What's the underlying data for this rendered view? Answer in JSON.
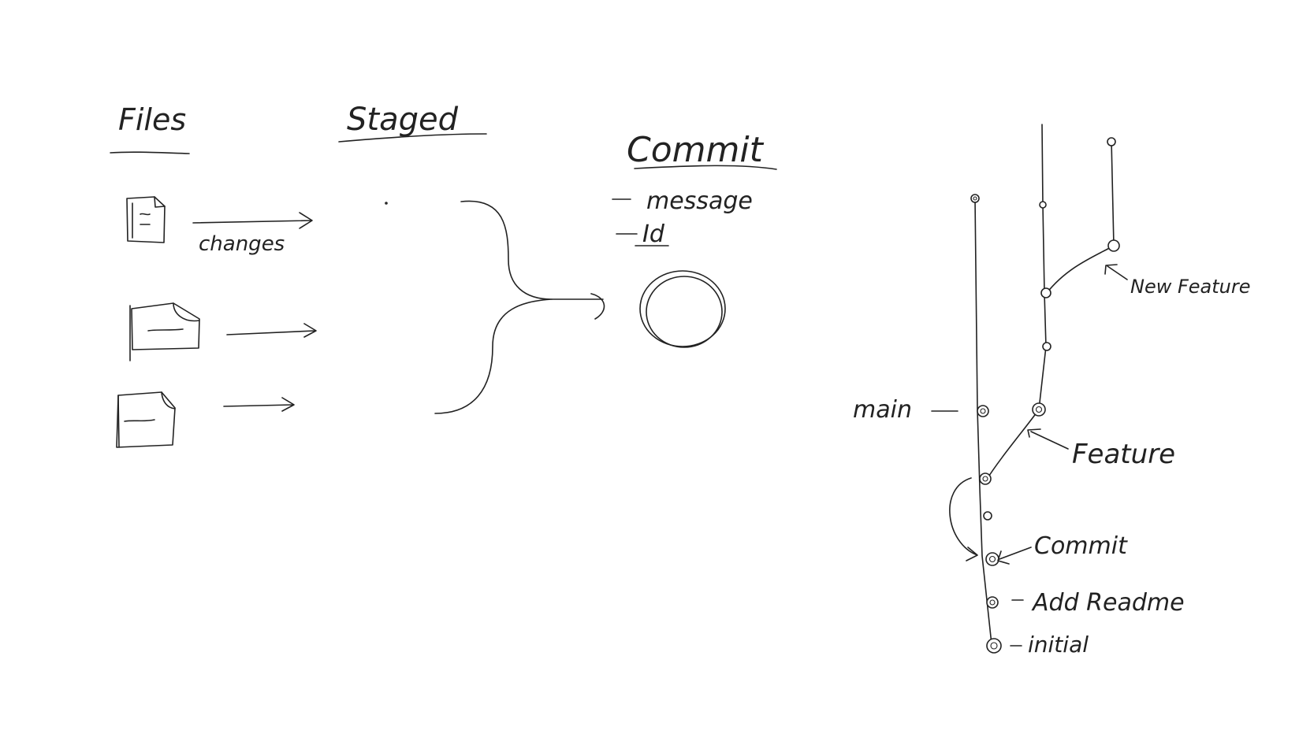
{
  "ink_color": "#222222",
  "background_color": "#ffffff",
  "workflow": {
    "files_label": "Files",
    "staged_label": "Staged",
    "commit_label": "Commit",
    "changes_label": "changes",
    "commit_fields": [
      "message",
      "Id"
    ]
  },
  "branch_graph": {
    "main_label": "main",
    "feature_label": "Feature",
    "new_feature_label": "New Feature",
    "commit_label": "Commit",
    "add_readme_label": "Add Readme",
    "initial_label": "initial"
  }
}
